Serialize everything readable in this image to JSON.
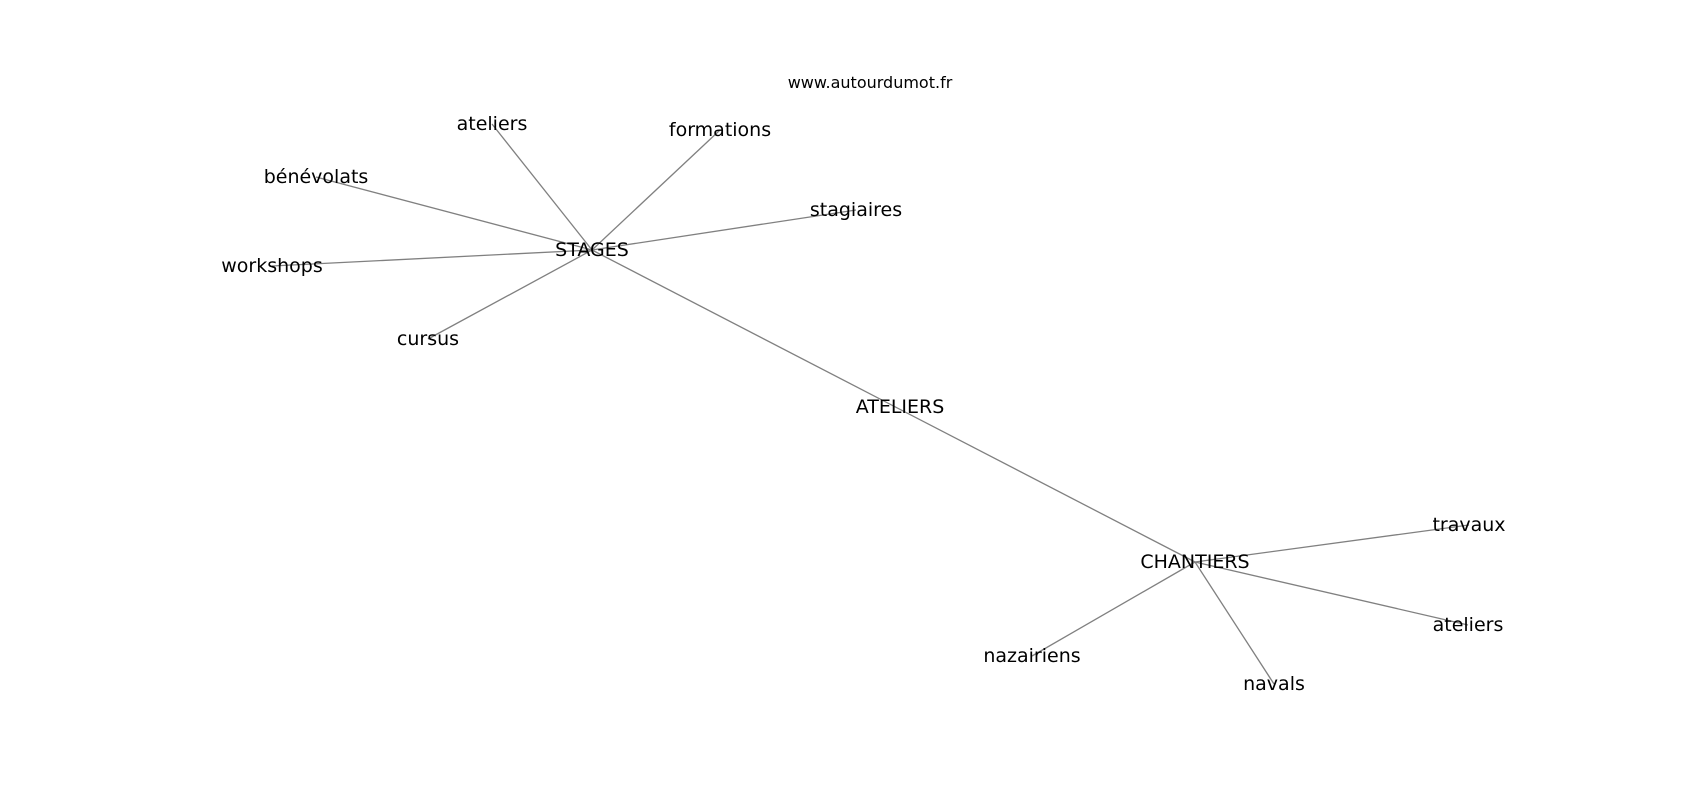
{
  "watermark": "www.autourdumot.fr",
  "center": "ATELIERS",
  "nodes": [
    {
      "id": "ateliers_center",
      "label": "ATELIERS"
    },
    {
      "id": "stages",
      "label": "STAGES"
    },
    {
      "id": "chantiers",
      "label": "CHANTIERS"
    },
    {
      "id": "ateliers_s",
      "label": "ateliers"
    },
    {
      "id": "formations",
      "label": "formations"
    },
    {
      "id": "benevolats",
      "label": "bénévolats"
    },
    {
      "id": "stagiaires",
      "label": "stagiaires"
    },
    {
      "id": "workshops",
      "label": "workshops"
    },
    {
      "id": "cursus",
      "label": "cursus"
    },
    {
      "id": "travaux",
      "label": "travaux"
    },
    {
      "id": "ateliers_c",
      "label": "ateliers"
    },
    {
      "id": "nazairiens",
      "label": "nazairiens"
    },
    {
      "id": "navals",
      "label": "navals"
    }
  ],
  "edges": [
    [
      "stages",
      "chantiers"
    ],
    [
      "stages",
      "ateliers_s"
    ],
    [
      "stages",
      "formations"
    ],
    [
      "stages",
      "benevolats"
    ],
    [
      "stages",
      "stagiaires"
    ],
    [
      "stages",
      "workshops"
    ],
    [
      "stages",
      "cursus"
    ],
    [
      "chantiers",
      "travaux"
    ],
    [
      "chantiers",
      "ateliers_c"
    ],
    [
      "chantiers",
      "nazairiens"
    ],
    [
      "chantiers",
      "navals"
    ]
  ]
}
